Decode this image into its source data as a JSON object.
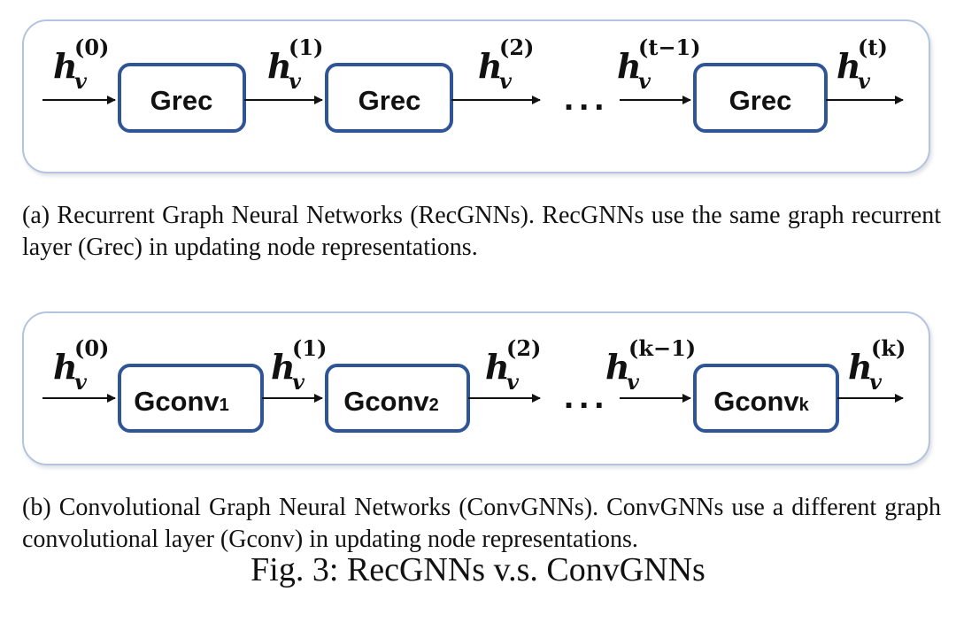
{
  "figure": {
    "title": "Fig. 3: RecGNNs v.s. ConvGNNs",
    "colors": {
      "box_border": "#2f5597",
      "panel_border": "#b4c4de",
      "text": "#111111"
    }
  },
  "panels": [
    {
      "id": "a",
      "blocks": [
        {
          "label": "Grec",
          "subscript": ""
        },
        {
          "label": "Grec",
          "subscript": ""
        },
        {
          "label": "Grec",
          "subscript": ""
        }
      ],
      "states": [
        {
          "base": "h",
          "sub": "v",
          "sup": "(0)"
        },
        {
          "base": "h",
          "sub": "v",
          "sup": "(1)"
        },
        {
          "base": "h",
          "sub": "v",
          "sup": "(2)"
        },
        {
          "base": "h",
          "sub": "v",
          "sup": "(t−1)"
        },
        {
          "base": "h",
          "sub": "v",
          "sup": "(t)"
        }
      ],
      "ellipsis": "...",
      "caption": "(a) Recurrent Graph Neural Networks (RecGNNs). RecGNNs use the same graph recurrent layer (Grec) in updating node representations."
    },
    {
      "id": "b",
      "blocks": [
        {
          "label": "Gconv",
          "subscript": "1"
        },
        {
          "label": "Gconv",
          "subscript": "2"
        },
        {
          "label": "Gconv",
          "subscript": "k"
        }
      ],
      "states": [
        {
          "base": "h",
          "sub": "v",
          "sup": "(0)"
        },
        {
          "base": "h",
          "sub": "v",
          "sup": "(1)"
        },
        {
          "base": "h",
          "sub": "v",
          "sup": "(2)"
        },
        {
          "base": "h",
          "sub": "v",
          "sup": "(k−1)"
        },
        {
          "base": "h",
          "sub": "v",
          "sup": "(k)"
        }
      ],
      "ellipsis": "...",
      "caption": "(b) Convolutional Graph Neural Networks (ConvGNNs). ConvGNNs use a different graph convolutional layer (Gconv) in updating node representations."
    }
  ]
}
